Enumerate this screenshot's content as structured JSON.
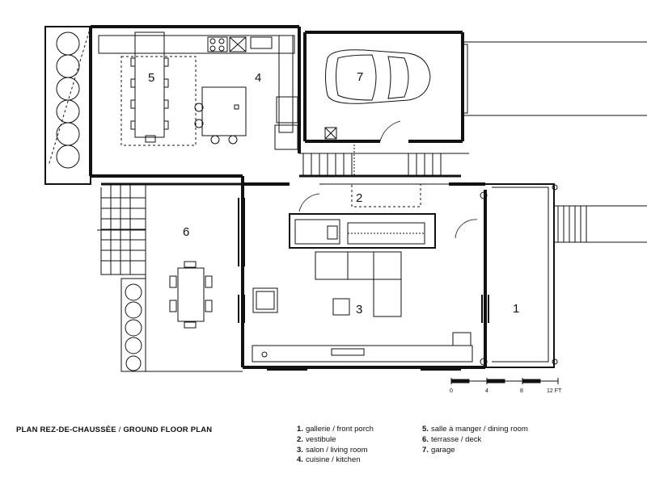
{
  "plan": {
    "title_main": "PLAN REZ-DE-CHAUSSÉE",
    "title_sep": " / ",
    "title_sub": "GROUND FLOOR PLAN"
  },
  "rooms": [
    {
      "num": "1",
      "name": "gallerie / front porch"
    },
    {
      "num": "2",
      "name": "vestibule"
    },
    {
      "num": "3",
      "name": "salon / living room"
    },
    {
      "num": "4",
      "name": "cuisine / kitchen"
    },
    {
      "num": "5",
      "name": "salle à manger / dining room"
    },
    {
      "num": "6",
      "name": "terrasse / deck"
    },
    {
      "num": "7",
      "name": "garage"
    }
  ],
  "scale": {
    "ticks": [
      "0",
      "4",
      "8",
      "12 FT"
    ]
  }
}
